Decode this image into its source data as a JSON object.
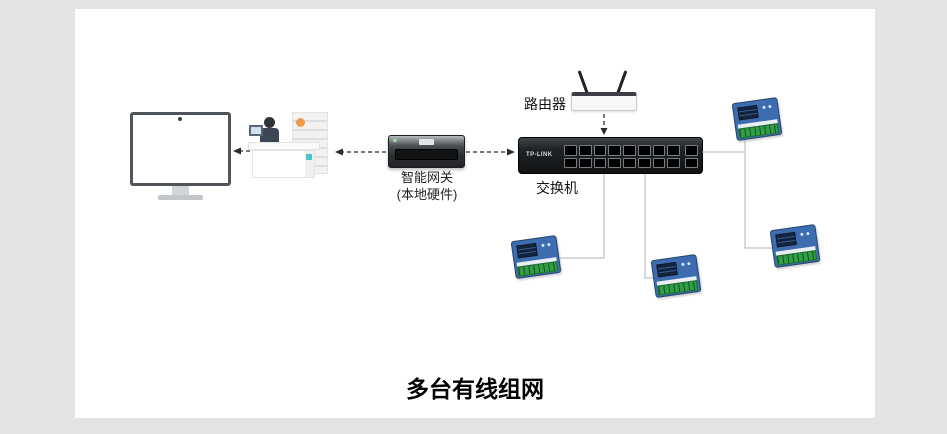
{
  "diagram": {
    "title": "多台有线组网",
    "labels": {
      "router": "路由器",
      "gateway_name": "智能网关",
      "gateway_sub": "(本地硬件)",
      "switch": "交换机",
      "switch_brand": "TP-LINK"
    },
    "colors": {
      "page_background": "#e4e4e4",
      "surface_background": "#ffffff",
      "controller_body": "#3d6db0",
      "controller_terminal": "#2f9e44",
      "switch_body": "#17191c",
      "dashed_arrow": "#2b2b2b",
      "cable": "#b3b3b3"
    }
  }
}
